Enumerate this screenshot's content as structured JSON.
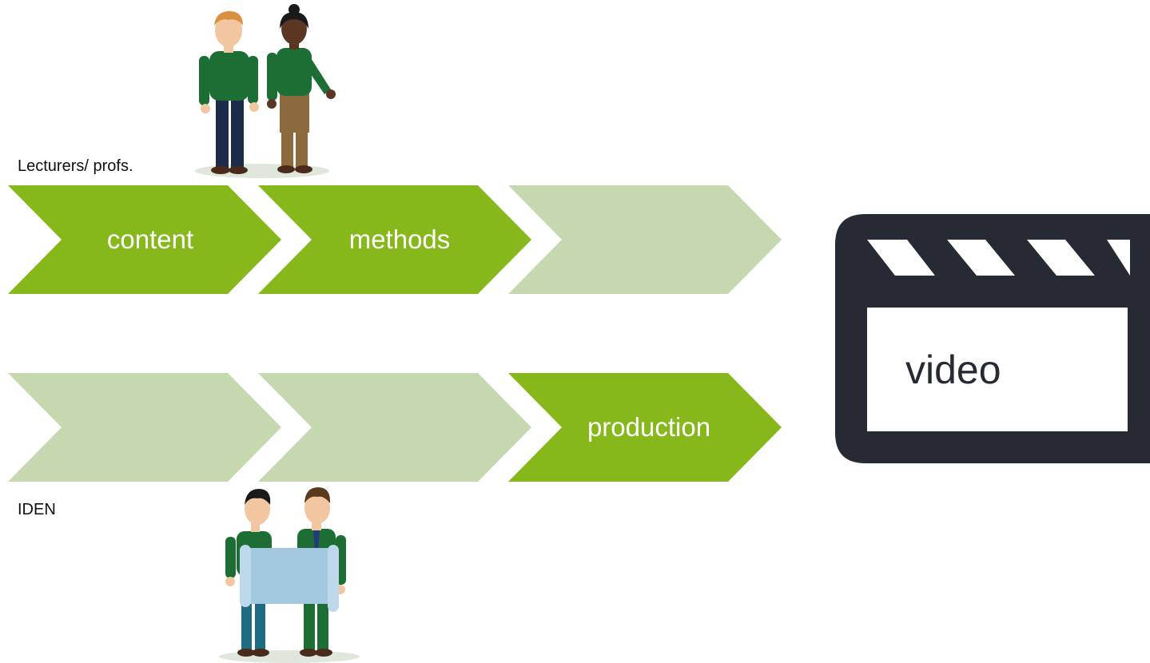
{
  "roles": {
    "top": "Lecturers/ profs.",
    "bottom": "IDEN"
  },
  "rows": {
    "top": [
      {
        "label": "content",
        "active": true
      },
      {
        "label": "methods",
        "active": true
      },
      {
        "label": "",
        "active": false
      }
    ],
    "bottom": [
      {
        "label": "",
        "active": false
      },
      {
        "label": "",
        "active": false
      },
      {
        "label": "production",
        "active": true
      }
    ]
  },
  "video": {
    "label": "video",
    "icon": "clapperboard-icon"
  },
  "colors": {
    "active": "#86b81b",
    "inactive": "#c5d8b0",
    "clapper": "#262a33",
    "shirt": "#1d6e35",
    "paper": "#a4c8e0"
  }
}
